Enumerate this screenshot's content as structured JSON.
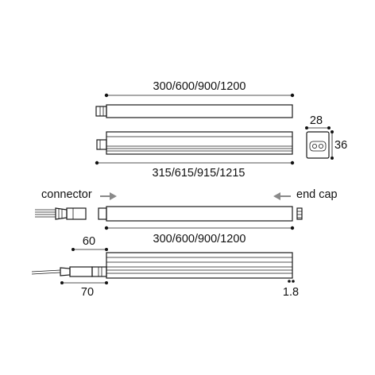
{
  "dimensions": {
    "length_top": "300/600/900/1200",
    "length_total": "315/615/915/1215",
    "length_mid": "300/600/900/1200",
    "width": "28",
    "height": "36",
    "connector_offset_60": "60",
    "connector_offset_70": "70",
    "endcap_thickness": "1.8"
  },
  "labels": {
    "connector": "connector",
    "end_cap": "end cap"
  },
  "colors": {
    "line": "#1a1a1a",
    "arrow": "#8a8a8a"
  },
  "icons": {
    "connector_arrow": "arrow-right-icon",
    "endcap_arrow": "arrow-left-icon"
  }
}
